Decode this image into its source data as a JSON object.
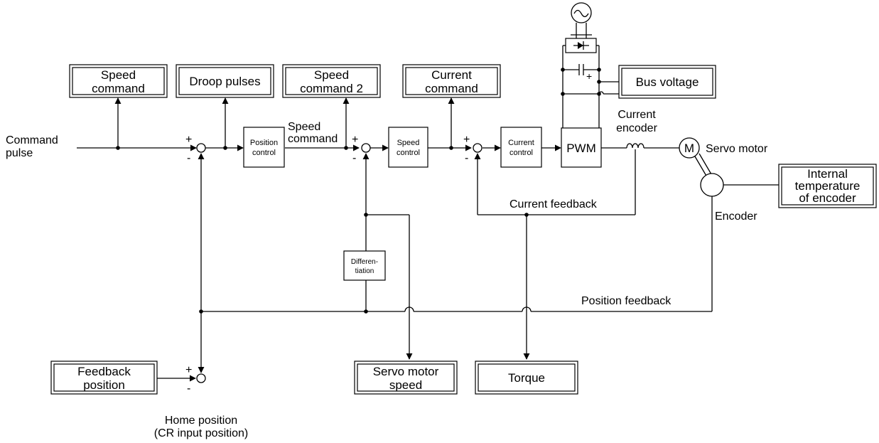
{
  "diagram": {
    "monitors": {
      "speed_command": [
        "Speed",
        "command"
      ],
      "droop_pulses": "Droop pulses",
      "speed_command_2": [
        "Speed",
        "command 2"
      ],
      "current_command": [
        "Current",
        "command"
      ],
      "bus_voltage": "Bus voltage",
      "internal_temperature": [
        "Internal",
        "temperature",
        "of encoder"
      ],
      "feedback_position": [
        "Feedback",
        "position"
      ],
      "servo_motor_speed": [
        "Servo motor",
        "speed"
      ],
      "torque": "Torque"
    },
    "blocks": {
      "position_control": [
        "Position",
        "control"
      ],
      "speed_control": [
        "Speed",
        "control"
      ],
      "current_control": [
        "Current",
        "control"
      ],
      "pwm": "PWM",
      "differentiation": [
        "Differen-",
        "tiation"
      ],
      "motor": "M"
    },
    "labels": {
      "command_pulse": [
        "Command",
        "pulse"
      ],
      "speed_command": [
        "Speed",
        "command"
      ],
      "current_encoder": [
        "Current",
        "encoder"
      ],
      "servo_motor": "Servo motor",
      "current_feedback": "Current feedback",
      "encoder": "Encoder",
      "position_feedback": "Position feedback",
      "home_position": [
        "Home position",
        "(CR input position)"
      ],
      "plus": "+",
      "minus": "-"
    }
  }
}
